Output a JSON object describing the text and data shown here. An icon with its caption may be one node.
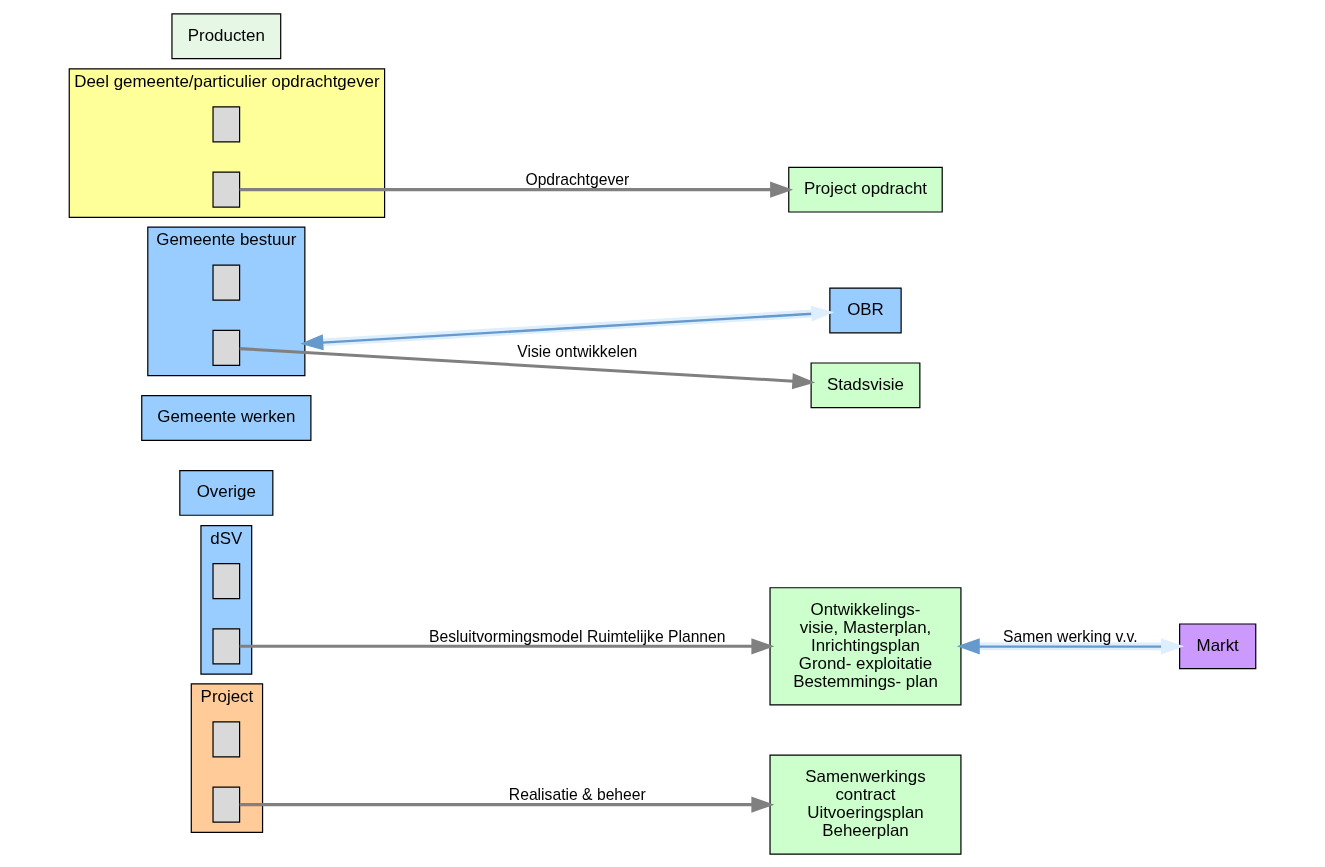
{
  "diagram": {
    "nodes": [
      {
        "text": [
          "Producten"
        ]
      },
      {
        "text": [
          "Gemeente bestuur"
        ]
      },
      {
        "text": [],
        "shape": "box",
        "in": 1
      },
      {
        "text": [],
        "shape": "box",
        "in": 1
      },
      {
        "text": [
          "Stadsvisie"
        ]
      },
      {
        "text": [
          "Deel gemeente/particulier opdrachtgever"
        ]
      },
      {
        "text": [],
        "shape": "box",
        "in": 5
      },
      {
        "text": [],
        "shape": "box",
        "in": 5
      },
      {
        "text": [
          "Project opdracht"
        ]
      },
      {
        "text": [
          "dSV"
        ]
      },
      {
        "text": [],
        "shape": "box",
        "in": 9
      },
      {
        "text": [],
        "shape": "box",
        "in": 9
      },
      {
        "text": [
          "OBR"
        ]
      },
      {
        "text": [
          "Gemeente werken"
        ]
      },
      {
        "text": [
          "Overige"
        ]
      },
      {
        "text": [
          "Ontwikkelings- visie, Masterplan, Inrichtingsplan Grond- exploitatie Bestemmings- plan"
        ]
      },
      {
        "text": [
          "Markt"
        ]
      },
      {
        "text": [
          "Project"
        ]
      },
      {
        "text": [],
        "shape": "box",
        "in": 17
      },
      {
        "text": [],
        "shape": "box",
        "in": 17
      },
      {
        "text": [
          "Samenwerkings contract Uitvoeringsplan Beheerplan"
        ]
      }
    ],
    "edges": [
      {
        "from": 3,
        "to": 4,
        "arrow": "to",
        "label": "Visie ontwikkelen"
      },
      {
        "from": 7,
        "to": 8,
        "arrow": "to",
        "label": "Opdrachtgever"
      },
      {
        "from": 1,
        "to": 12,
        "arrow": "both",
        "color": "#ddeeff"
      },
      {
        "from": 11,
        "to": 15,
        "arrow": "to",
        "label": "Besluitvormingsmodel Ruimtelijke Plannen"
      },
      {
        "from": 15,
        "to": 16,
        "arrow": "both",
        "label": "Samen werking v.v.",
        "color": "#ddeeff"
      },
      {
        "from": 19,
        "to": 20,
        "arrow": "to",
        "label": "Realisatie & beheer"
      }
    ]
  }
}
